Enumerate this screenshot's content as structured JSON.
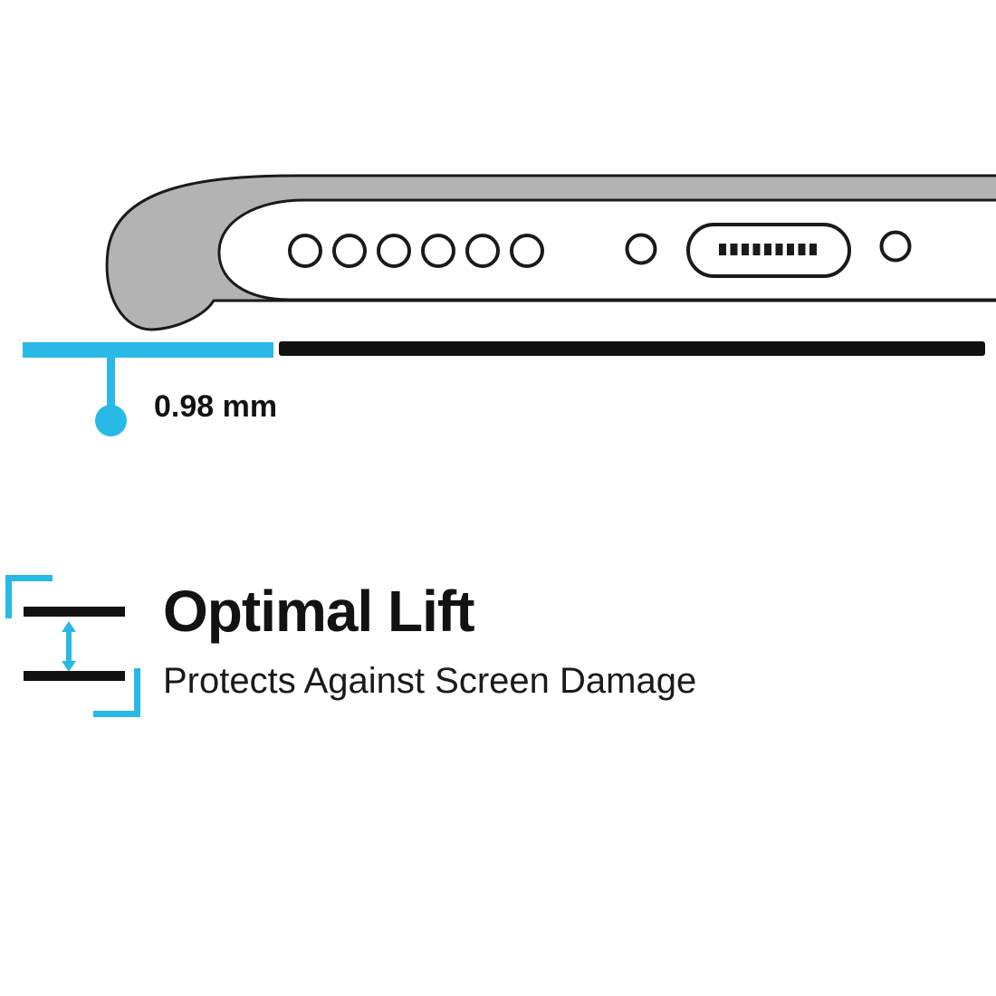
{
  "measurement": {
    "value": "0.98 mm"
  },
  "feature": {
    "title": "Optimal Lift",
    "subtitle": "Protects Against Screen Damage"
  },
  "illustration": {
    "speaker_hole_count": 6,
    "lift_icon": "vertical-double-arrow-between-bars"
  },
  "colors": {
    "accent_cyan": "#29B9E6",
    "line_black": "#121212",
    "case_gray": "#B3B3B3",
    "body_white": "#FFFFFF"
  }
}
